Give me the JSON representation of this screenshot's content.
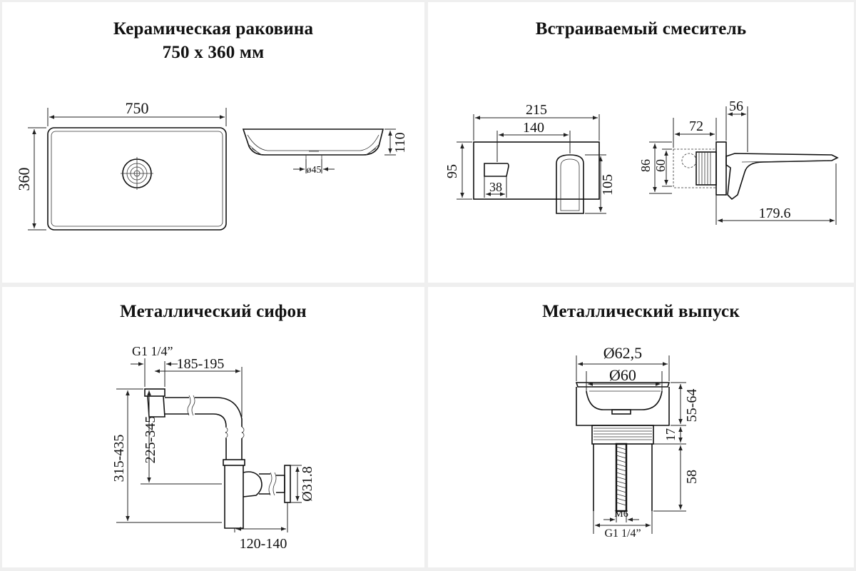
{
  "panels": {
    "sink": {
      "title_line1": "Керамическая раковина",
      "title_line2": "750 х 360 мм",
      "dim_width": "750",
      "dim_depth": "360",
      "dim_height": "110",
      "dim_drain": "ø45"
    },
    "mixer": {
      "title": "Встраиваемый смеситель",
      "dim_215": "215",
      "dim_140": "140",
      "dim_95": "95",
      "dim_38": "38",
      "dim_105": "105",
      "dim_56": "56",
      "dim_72": "72",
      "dim_86": "86",
      "dim_60": "60",
      "dim_179": "179.6"
    },
    "siphon": {
      "title": "Металлический сифон",
      "dim_thread": "G1 1/4”",
      "dim_185": "185-195",
      "dim_315": "315-435",
      "dim_225": "225-345",
      "dim_31": "Ø31.8",
      "dim_120": "120-140"
    },
    "outlet": {
      "title": "Металлический выпуск",
      "dim_625": "Ø62,5",
      "dim_60": "Ø60",
      "dim_5564": "55-64",
      "dim_17": "17",
      "dim_58": "58",
      "dim_m6": "M6",
      "dim_g1": "G1 1/4”"
    }
  }
}
